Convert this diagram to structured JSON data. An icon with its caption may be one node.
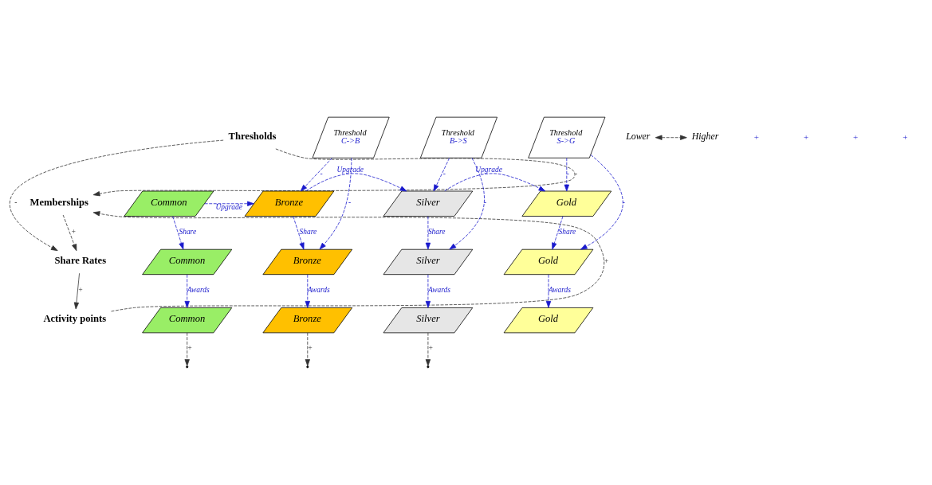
{
  "diagram": {
    "nodes": [
      {
        "text": [
          "Memberships"
        ]
      },
      {
        "text": [
          "Thresholds"
        ]
      },
      {
        "text": [
          "Share Rates"
        ]
      },
      {
        "text": [
          "Activity points"
        ]
      },
      {
        "text": [
          "Common"
        ]
      },
      {
        "text": [
          "Bronze"
        ]
      },
      {
        "text": [
          "Silver"
        ]
      },
      {
        "text": [
          "Gold"
        ]
      },
      {
        "text": [
          "Threshold",
          "C->B"
        ]
      },
      {
        "text": [
          "Threshold",
          "B->S"
        ]
      },
      {
        "text": [
          "Threshold",
          "S->G"
        ]
      },
      {
        "text": [
          "Common"
        ]
      },
      {
        "text": [
          "Bronze"
        ]
      },
      {
        "text": [
          "Silver"
        ]
      },
      {
        "text": [
          "Gold"
        ]
      },
      {
        "text": [
          "Common"
        ]
      },
      {
        "text": [
          "Bronze"
        ]
      },
      {
        "text": [
          "Silver"
        ]
      },
      {
        "text": [
          "Gold"
        ]
      },
      {
        "text": [
          "Lower"
        ]
      },
      {
        "text": [
          "Higher"
        ]
      }
    ],
    "edges": [
      {
        "from": 0,
        "to": 2,
        "label": "+",
        "arrow": "to",
        "style": "dashed",
        "color": "#333333"
      },
      {
        "from": 1,
        "to": 0,
        "label": "-",
        "arrow": "to",
        "style": "dashed",
        "color": "#333333"
      },
      {
        "from": 1,
        "to": 2,
        "label": "-",
        "arrow": "to",
        "style": "dashed",
        "color": "#333333"
      },
      {
        "from": 2,
        "to": 3,
        "label": "+",
        "arrow": "to",
        "color": "#333333"
      },
      {
        "from": 3,
        "to": 0,
        "label": "+",
        "arrow": "to",
        "style": "dashed",
        "color": "#333333"
      },
      {
        "from": 4,
        "to": 5,
        "label": "Upgrade",
        "arrow": "to",
        "style": "dashed"
      },
      {
        "from": 5,
        "to": 6,
        "label": "Upgrade",
        "arrow": "to",
        "style": "dashed"
      },
      {
        "from": 6,
        "to": 7,
        "label": "Upgrade",
        "arrow": "to",
        "style": "dashed"
      },
      {
        "from": 15,
        "to": null,
        "label": "+",
        "arrow": "to",
        "style": "dashed",
        "color": "#333333"
      },
      {
        "from": 16,
        "to": null,
        "label": "+",
        "arrow": "to",
        "style": "dashed",
        "color": "#333333"
      },
      {
        "from": 17,
        "to": null,
        "label": "+",
        "arrow": "to",
        "style": "dashed",
        "color": "#333333"
      },
      {
        "from": 8,
        "to": 5,
        "label": "-",
        "arrow": "to",
        "style": "dashed"
      },
      {
        "from": 8,
        "to": 12,
        "label": "-",
        "arrow": "to",
        "style": "dashed"
      },
      {
        "from": 9,
        "to": 6,
        "label": "-",
        "arrow": "to",
        "style": "dashed"
      },
      {
        "from": 9,
        "to": 13,
        "label": "-",
        "arrow": "to",
        "style": "dashed"
      },
      {
        "from": 10,
        "to": 7,
        "label": "-",
        "arrow": "to",
        "style": "dashed"
      },
      {
        "from": 10,
        "to": 14,
        "label": "-",
        "arrow": "to",
        "style": "dashed"
      },
      {
        "from": 4,
        "to": 11,
        "label": "Share",
        "arrow": "to",
        "style": "dashed"
      },
      {
        "from": 5,
        "to": 12,
        "label": "Share",
        "arrow": "to",
        "style": "dashed"
      },
      {
        "from": 6,
        "to": 13,
        "label": "Share",
        "arrow": "to",
        "style": "dashed"
      },
      {
        "from": 7,
        "to": 14,
        "label": "Share",
        "arrow": "to",
        "style": "dashed"
      },
      {
        "from": 11,
        "to": 15,
        "label": "Awards",
        "arrow": "to",
        "style": "dashed"
      },
      {
        "from": 12,
        "to": 16,
        "label": "Awards",
        "arrow": "to",
        "style": "dashed"
      },
      {
        "from": 13,
        "to": 17,
        "label": "Awards",
        "arrow": "to",
        "style": "dashed"
      },
      {
        "from": 14,
        "to": 18,
        "label": "Awards",
        "arrow": "to",
        "style": "dashed"
      },
      {
        "from": 19,
        "to": 20,
        "arrow": "both",
        "style": "dashed",
        "color": "#333333"
      }
    ],
    "labels": [
      "+",
      "+",
      "+",
      "+"
    ]
  }
}
